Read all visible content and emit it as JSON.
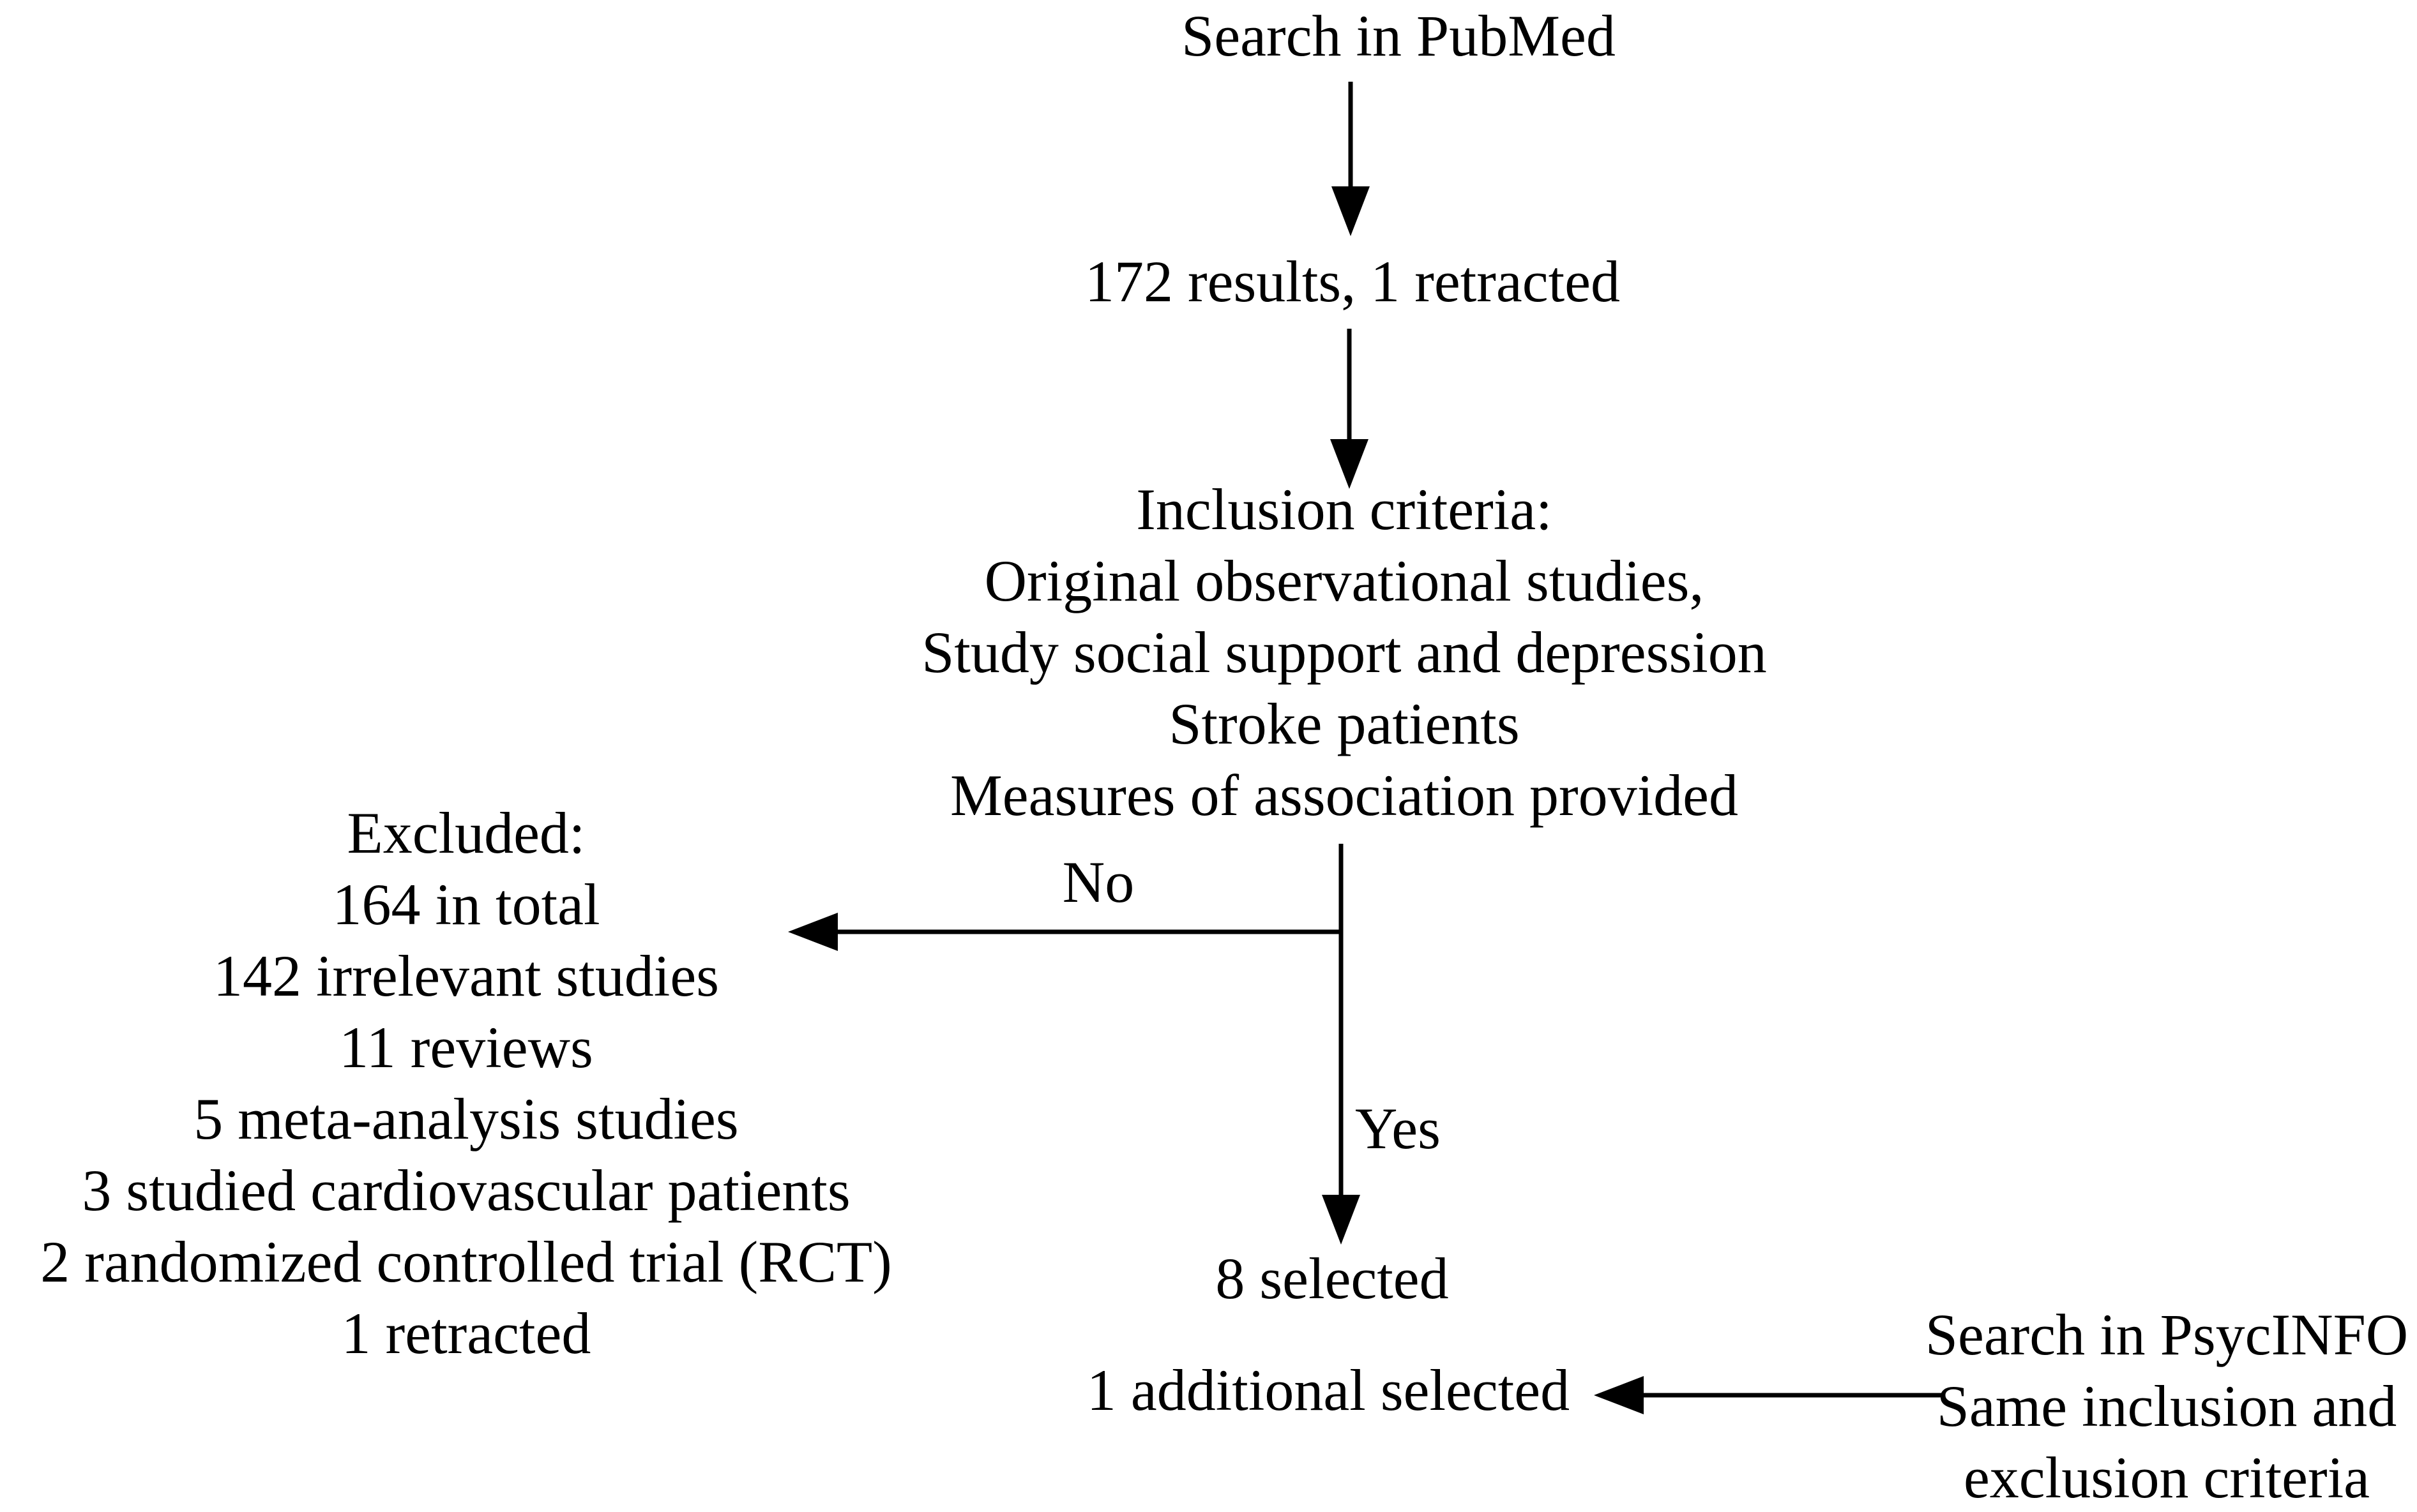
{
  "page": {
    "background_color": "#ffffff",
    "text_color": "#000000"
  },
  "flowchart": {
    "pubmed_search": "Search in PubMed",
    "pubmed_results": "172 results, 1 retracted",
    "inclusion_criteria": {
      "title": "Inclusion criteria:",
      "lines": [
        "Original observational studies,",
        "Study social support and depression",
        "Stroke patients",
        "Measures of association provided"
      ]
    },
    "branch": {
      "no": "No",
      "yes": "Yes"
    },
    "excluded": {
      "title": "Excluded:",
      "lines": [
        "164 in total",
        "142 irrelevant studies",
        "11 reviews",
        "5 meta-analysis studies",
        "3 studied cardiovascular patients",
        "2 randomized controlled trial (RCT)",
        "1 retracted"
      ]
    },
    "selected": "8 selected",
    "additional_selected": "1 additional selected",
    "psycinfo": {
      "lines": [
        "Search in PsycINFO",
        "Same inclusion and",
        "exclusion criteria"
      ]
    }
  }
}
